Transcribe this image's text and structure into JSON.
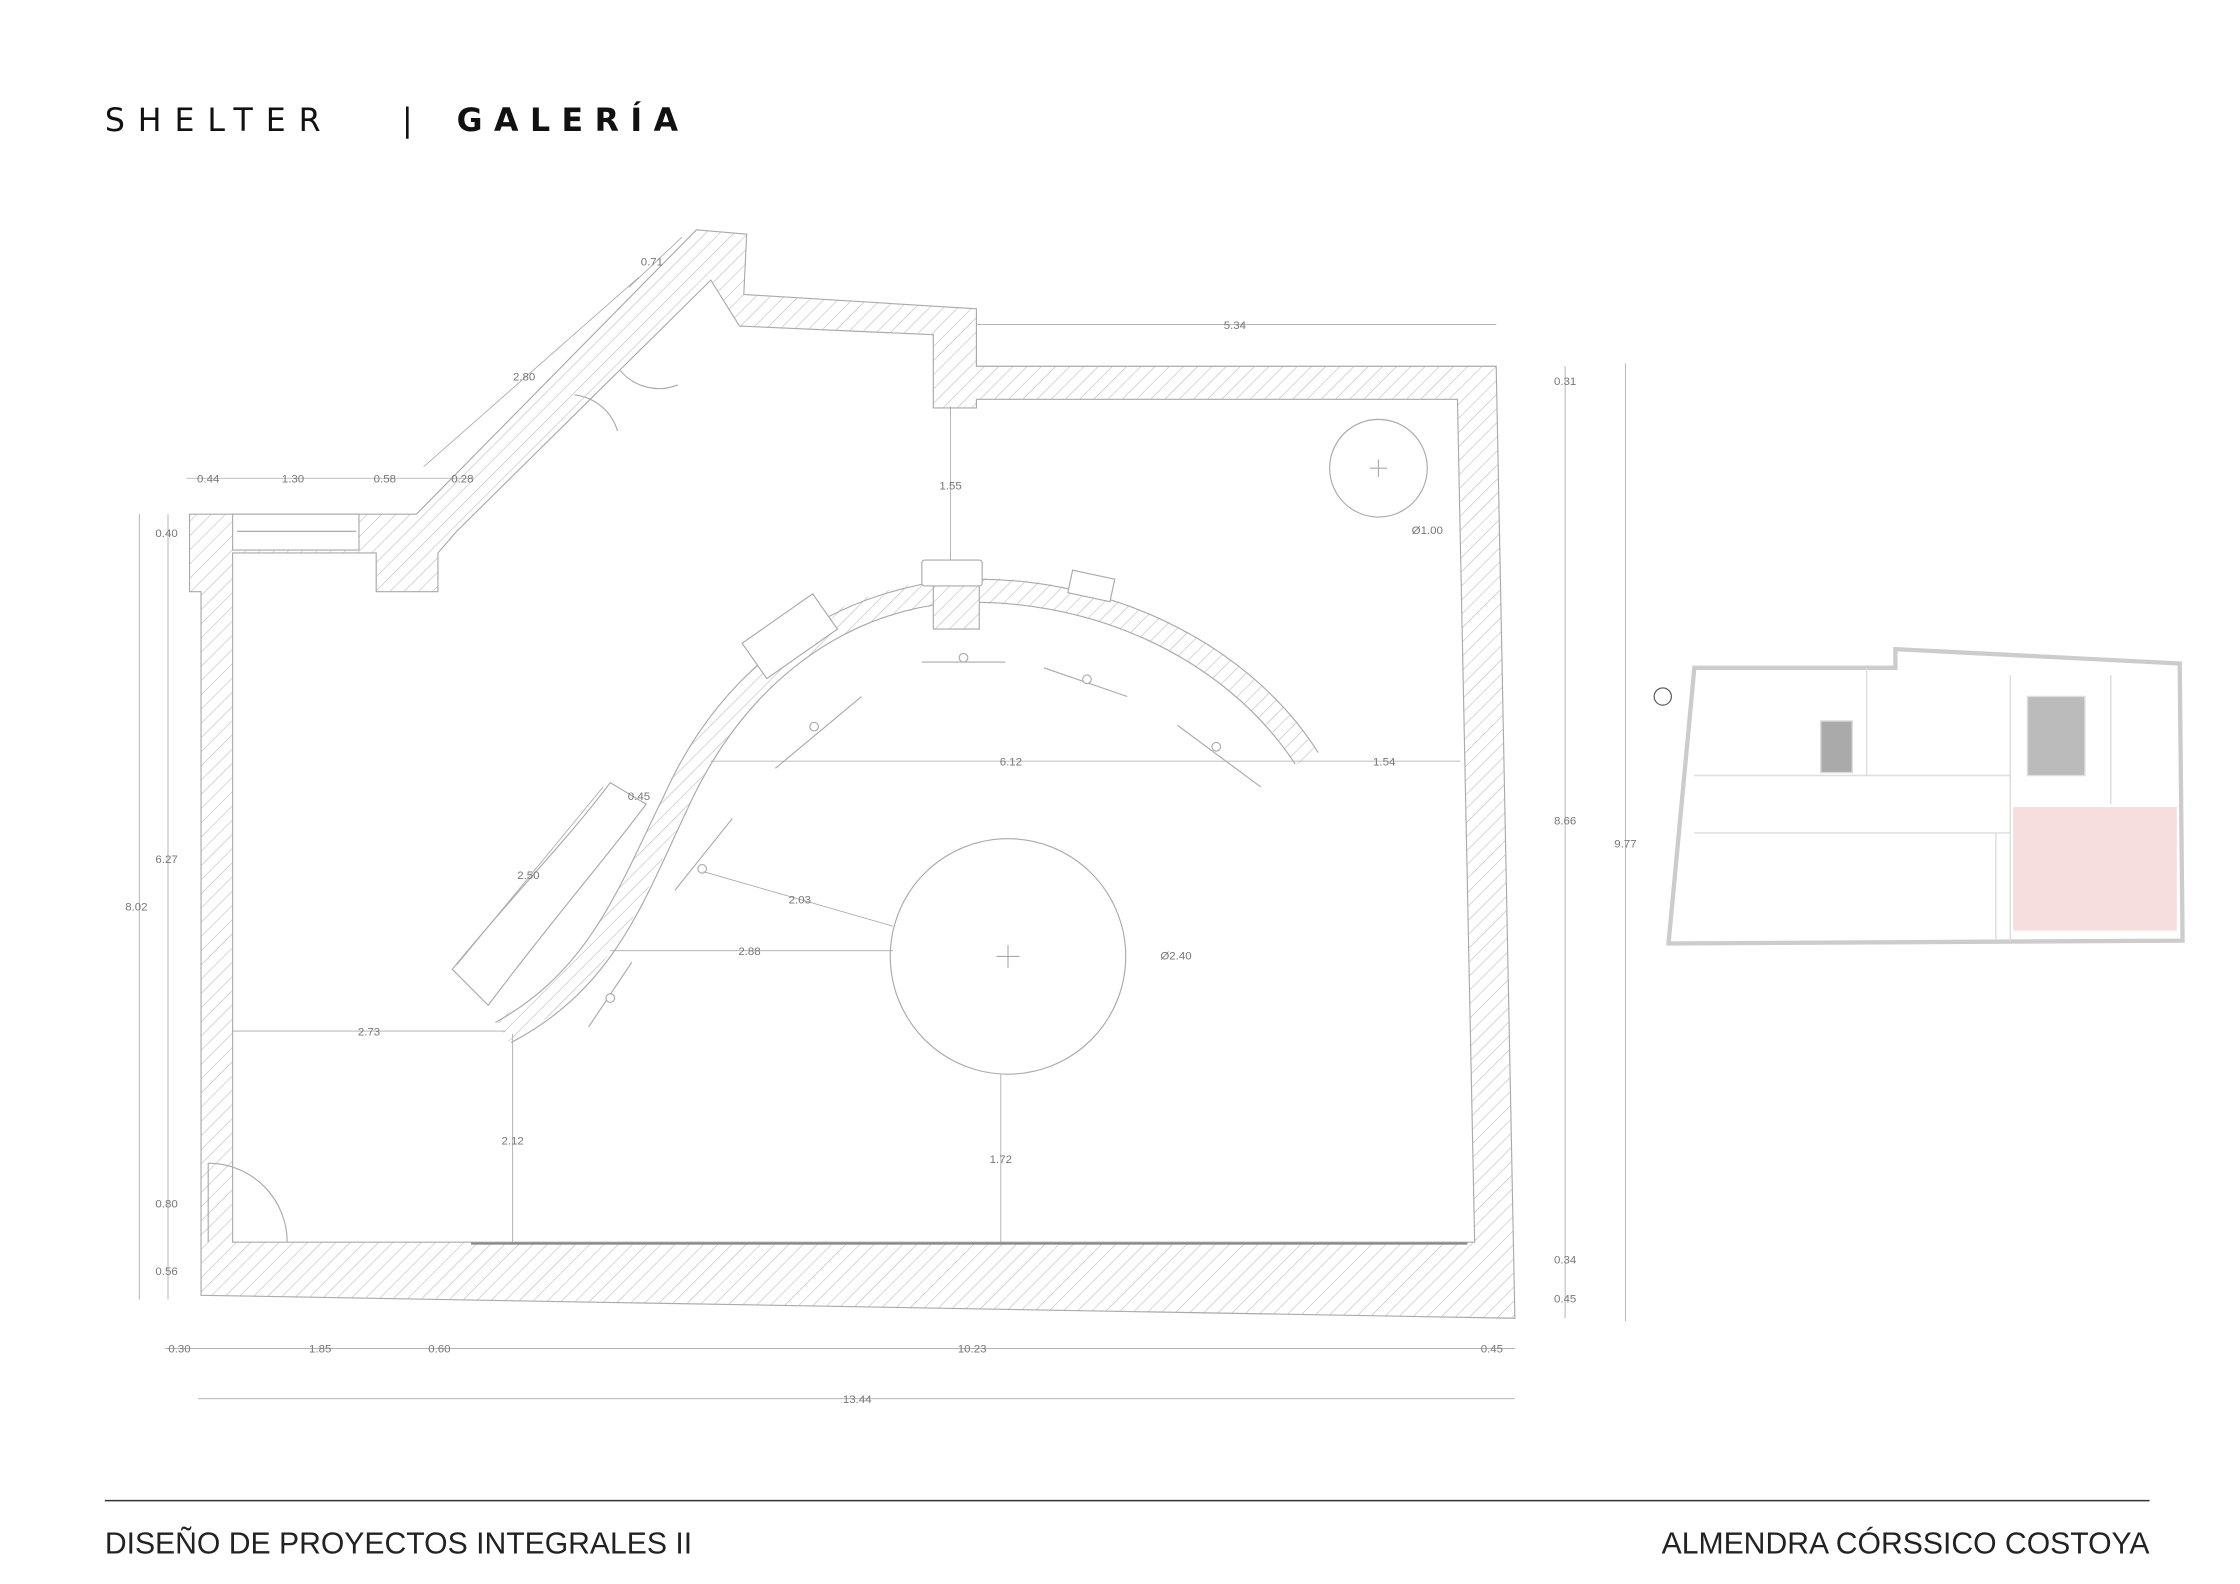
{
  "header": {
    "title_light": "SHELTER",
    "separator": "|",
    "title_bold": "GALERÍA"
  },
  "dimensions": [
    "0.71",
    "2.80",
    "0.44",
    "1.30",
    "0.58",
    "0.28",
    "1.55",
    "5.34",
    "0.31",
    "Ø1.00",
    "0.40",
    "6.27",
    "8.02",
    "0.45",
    "2.50",
    "6.12",
    "1.54",
    "2.03",
    "2.88",
    "Ø2.40",
    "8.66",
    "9.77",
    "2.73",
    "2.12",
    "1.72",
    "0.80",
    "0.56",
    "0.34",
    "0.45",
    "0.30",
    "1.85",
    "0.60",
    "10.23",
    "0.45",
    "13.44"
  ],
  "key_plan": {
    "highlight_color": "#f6dede"
  },
  "footer": {
    "course": "DISEÑO DE PROYECTOS INTEGRALES II",
    "author": "ALMENDRA CÓRSSICO COSTOYA"
  }
}
